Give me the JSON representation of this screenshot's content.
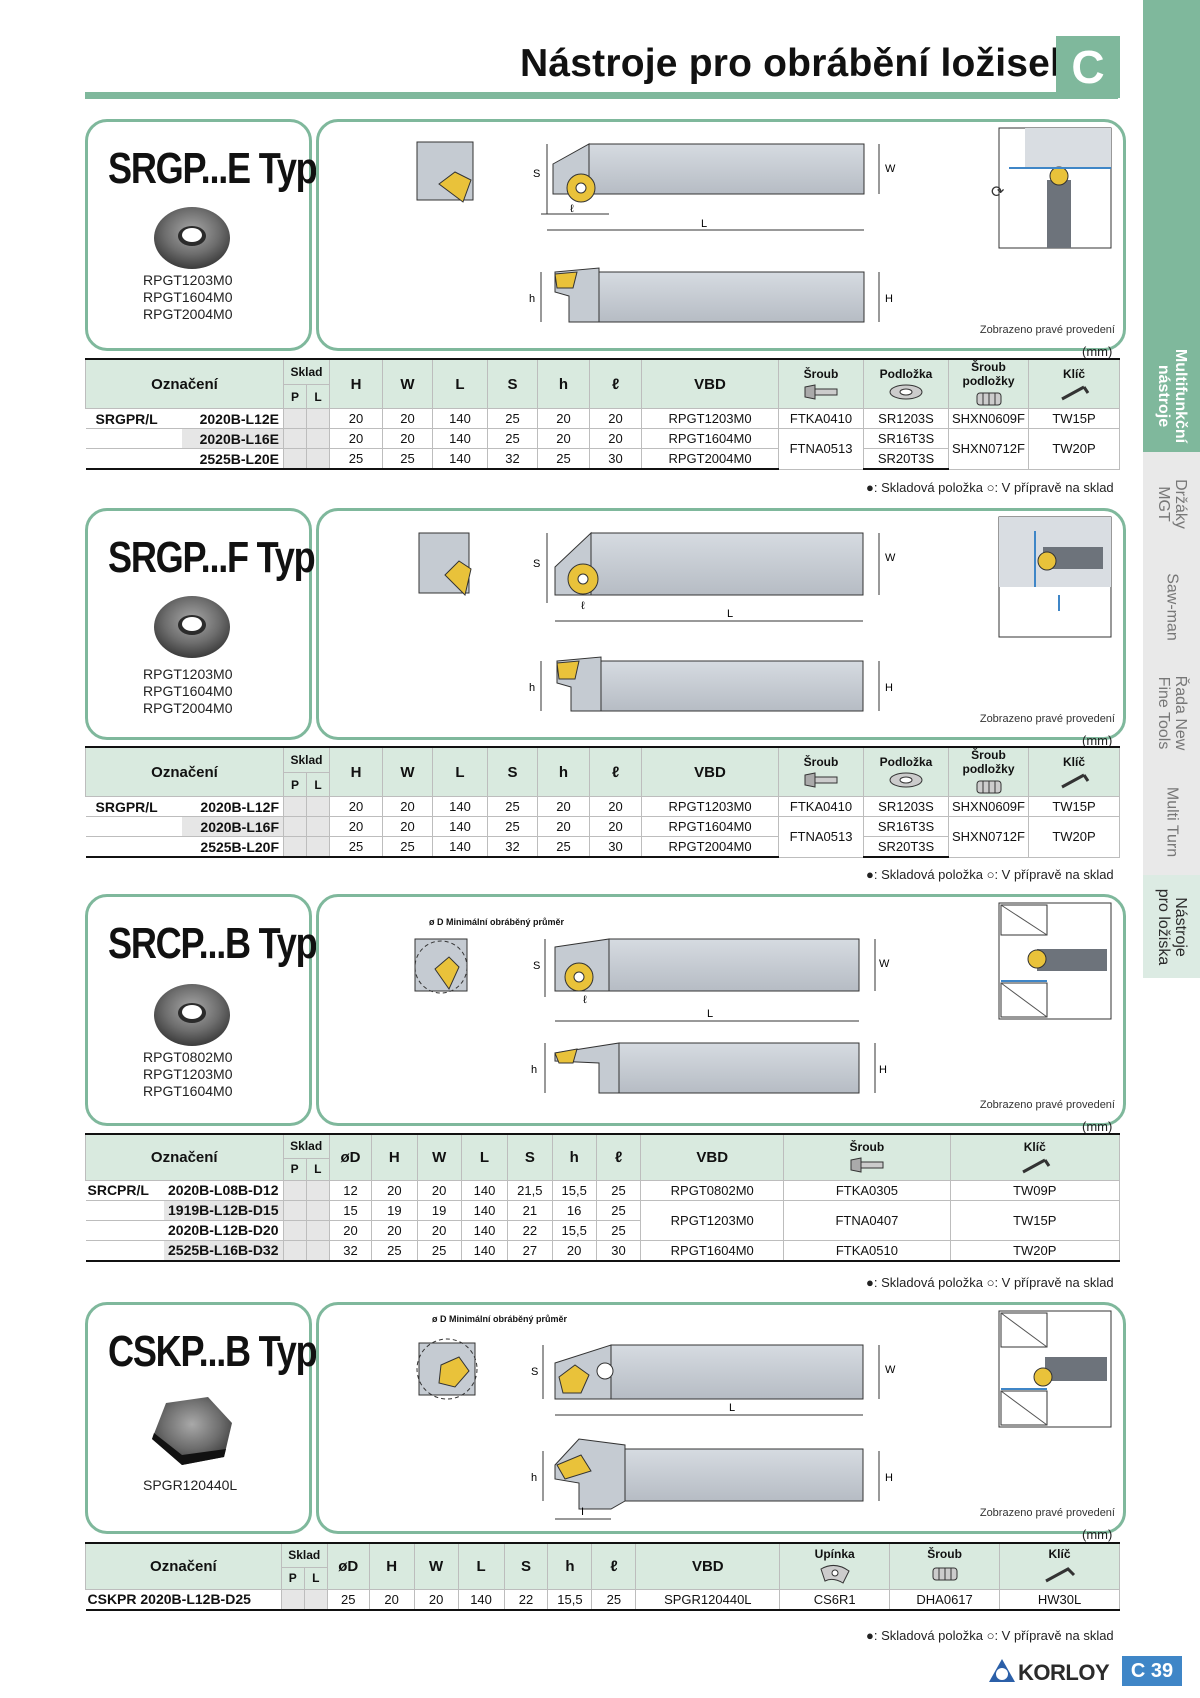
{
  "header": {
    "title": "Nástroje pro obrábění ložisek",
    "section_letter": "C"
  },
  "side_tabs": [
    {
      "label": "Multifunkční\nnástroje",
      "state": "active"
    },
    {
      "label": "Držáky\nMGT",
      "state": "normal"
    },
    {
      "label": "Saw-man",
      "state": "normal"
    },
    {
      "label": "Řada New\nFine Tools",
      "state": "normal"
    },
    {
      "label": "Multi Turn",
      "state": "normal"
    },
    {
      "label": "Nástroje\npro ložiska",
      "state": "light"
    }
  ],
  "common": {
    "drawing_note": "Zobrazeno pravé provedení",
    "unit": "(mm)",
    "legend": "●: Skladová položka   ○: V přípravě na sklad",
    "min_diameter_label": "ø D Minimální obráběný průměr",
    "dim_labels": {
      "S": "S",
      "W": "W",
      "L": "L",
      "l": "ℓ",
      "h": "h",
      "H": "H",
      "I": "I"
    }
  },
  "headers": {
    "designation": "Označení",
    "stock": "Sklad",
    "P": "P",
    "L_hand": "L",
    "D": "øD",
    "H": "H",
    "W": "W",
    "L": "L",
    "S": "S",
    "h": "h",
    "l": "ℓ",
    "VBD": "VBD",
    "screw": "Šroub",
    "shim": "Podložka",
    "shim_screw": "Šroub podložky",
    "key": "Klíč",
    "clamp": "Upínka"
  },
  "sections": [
    {
      "type_name": "SRGP...E Typ",
      "inserts": [
        "RPGT1203M0",
        "RPGT1604M0",
        "RPGT2004M0"
      ],
      "prefix": "SRGPR/L",
      "rows": [
        {
          "code": "2020B-L12E",
          "H": "20",
          "W": "20",
          "L": "140",
          "S": "25",
          "h": "20",
          "l": "20",
          "vbd": "RPGT1203M0",
          "screw": "FTKA0410",
          "shim": "SR1203S",
          "shim_screw": "SHXN0609F",
          "key": "TW15P"
        },
        {
          "code": "2020B-L16E",
          "H": "20",
          "W": "20",
          "L": "140",
          "S": "25",
          "h": "20",
          "l": "20",
          "vbd": "RPGT1604M0",
          "screw": "FTNA0513",
          "shim": "SR16T3S",
          "shim_screw": "SHXN0712F",
          "key": "TW20P"
        },
        {
          "code": "2525B-L20E",
          "H": "25",
          "W": "25",
          "L": "140",
          "S": "32",
          "h": "25",
          "l": "30",
          "vbd": "RPGT2004M0",
          "screw": "",
          "shim": "SR20T3S",
          "shim_screw": "",
          "key": ""
        }
      ]
    },
    {
      "type_name": "SRGP...F Typ",
      "inserts": [
        "RPGT1203M0",
        "RPGT1604M0",
        "RPGT2004M0"
      ],
      "prefix": "SRGPR/L",
      "rows": [
        {
          "code": "2020B-L12F",
          "H": "20",
          "W": "20",
          "L": "140",
          "S": "25",
          "h": "20",
          "l": "20",
          "vbd": "RPGT1203M0",
          "screw": "FTKA0410",
          "shim": "SR1203S",
          "shim_screw": "SHXN0609F",
          "key": "TW15P"
        },
        {
          "code": "2020B-L16F",
          "H": "20",
          "W": "20",
          "L": "140",
          "S": "25",
          "h": "20",
          "l": "20",
          "vbd": "RPGT1604M0",
          "screw": "FTNA0513",
          "shim": "SR16T3S",
          "shim_screw": "SHXN0712F",
          "key": "TW20P"
        },
        {
          "code": "2525B-L20F",
          "H": "25",
          "W": "25",
          "L": "140",
          "S": "32",
          "h": "25",
          "l": "30",
          "vbd": "RPGT2004M0",
          "screw": "",
          "shim": "SR20T3S",
          "shim_screw": "",
          "key": ""
        }
      ]
    },
    {
      "type_name": "SRCP...B Typ",
      "inserts": [
        "RPGT0802M0",
        "RPGT1203M0",
        "RPGT1604M0"
      ],
      "prefix": "SRCPR/L",
      "rows": [
        {
          "code": "2020B-L08B-D12",
          "D": "12",
          "H": "20",
          "W": "20",
          "L": "140",
          "S": "21,5",
          "h": "15,5",
          "l": "25",
          "vbd": "RPGT0802M0",
          "screw": "FTKA0305",
          "key": "TW09P"
        },
        {
          "code": "1919B-L12B-D15",
          "D": "15",
          "H": "19",
          "W": "19",
          "L": "140",
          "S": "21",
          "h": "16",
          "l": "25",
          "vbd": "RPGT1203M0",
          "screw": "FTNA0407",
          "key": "TW15P"
        },
        {
          "code": "2020B-L12B-D20",
          "D": "20",
          "H": "20",
          "W": "20",
          "L": "140",
          "S": "22",
          "h": "15,5",
          "l": "25",
          "vbd": "",
          "screw": "",
          "key": ""
        },
        {
          "code": "2525B-L16B-D32",
          "D": "32",
          "H": "25",
          "W": "25",
          "L": "140",
          "S": "27",
          "h": "20",
          "l": "30",
          "vbd": "RPGT1604M0",
          "screw": "FTKA0510",
          "key": "TW20P"
        }
      ]
    },
    {
      "type_name": "CSKP...B Typ",
      "inserts": [
        "SPGR120440L"
      ],
      "rows": [
        {
          "code": "CSKPR 2020B-L12B-D25",
          "D": "25",
          "H": "20",
          "W": "20",
          "L": "140",
          "S": "22",
          "h": "15,5",
          "l": "25",
          "vbd": "SPGR120440L",
          "clamp": "CS6R1",
          "screw": "DHA0617",
          "key": "HW30L"
        }
      ]
    }
  ],
  "footer": {
    "brand": "KORLOY",
    "page": "C 39"
  }
}
